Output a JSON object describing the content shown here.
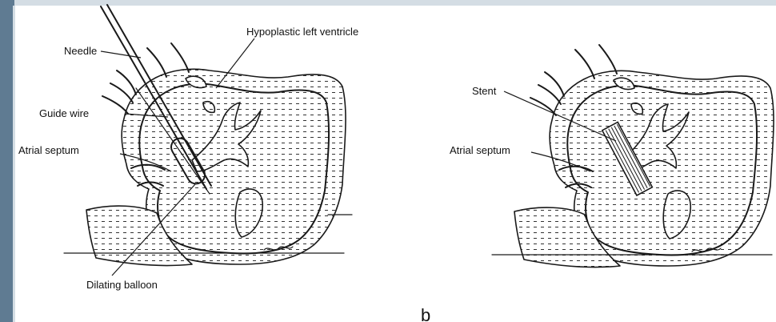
{
  "figure": {
    "left_panel": {
      "labels": {
        "needle": "Needle",
        "guide_wire": "Guide wire",
        "atrial_septum": "Atrial septum",
        "hypoplastic_left_ventricle": "Hypoplastic left ventricle",
        "dilating_balloon": "Dilating balloon"
      }
    },
    "right_panel": {
      "labels": {
        "stent": "Stent",
        "atrial_septum": "Atrial septum"
      }
    },
    "panel_letter": "b"
  },
  "colors": {
    "frame_dark": "#5f7b92",
    "frame_light": "#d4dde4",
    "ink": "#1a1a1a",
    "background": "#ffffff"
  }
}
